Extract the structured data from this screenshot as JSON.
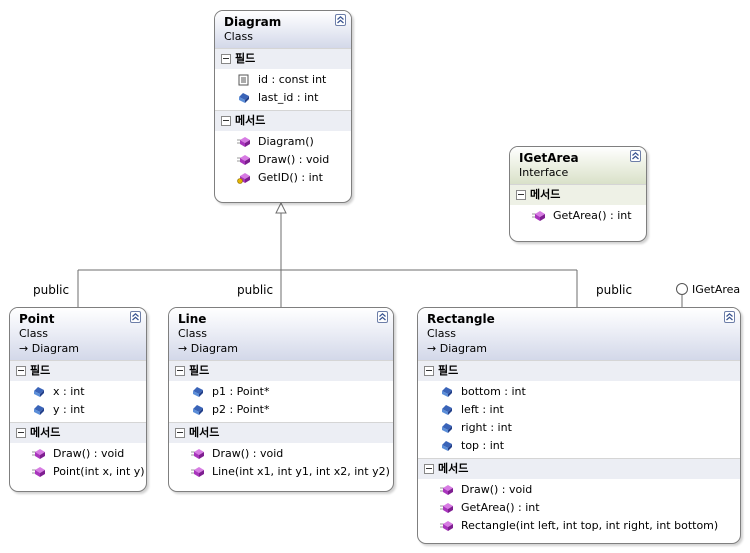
{
  "diagram": {
    "inheritance_labels": [
      "public",
      "public",
      "public"
    ],
    "interface_lollipop_label": "IGetArea",
    "section_labels": {
      "fields": "필드",
      "methods": "메서드"
    },
    "boxes": {
      "diagram": {
        "name": "Diagram",
        "kind": "Class",
        "fields": [
          "id : const int",
          "last_id : int"
        ],
        "methods": [
          "Diagram()",
          "Draw() : void",
          "GetID() : int"
        ]
      },
      "igetarea": {
        "name": "IGetArea",
        "kind": "Interface",
        "methods": [
          "GetArea() : int"
        ]
      },
      "point": {
        "name": "Point",
        "kind": "Class",
        "base": "Diagram",
        "fields": [
          "x : int",
          "y : int"
        ],
        "methods": [
          "Draw() : void",
          "Point(int x, int y)"
        ]
      },
      "line": {
        "name": "Line",
        "kind": "Class",
        "base": "Diagram",
        "fields": [
          "p1 : Point*",
          "p2 : Point*"
        ],
        "methods": [
          "Draw() : void",
          "Line(int x1, int y1, int x2, int y2)"
        ]
      },
      "rectangle": {
        "name": "Rectangle",
        "kind": "Class",
        "base": "Diagram",
        "fields": [
          "bottom : int",
          "left : int",
          "right : int",
          "top : int"
        ],
        "methods": [
          "Draw() : void",
          "GetArea() : int",
          "Rectangle(int left, int top, int right, int bottom)"
        ]
      }
    }
  },
  "icons": {
    "const_field": "const-field-icon",
    "field": "field-icon",
    "method": "method-icon",
    "protected_method": "protected-method-icon",
    "collapse": "double-chevron-up-icon",
    "section_toggle": "minus-toggle-icon",
    "base_arrow": "inherits-arrow-icon"
  },
  "colors": {
    "class_header": "#d3d8e9",
    "interface_header": "#d9e1c9",
    "method_icon": "#c04bd0",
    "field_icon": "#3a64b8",
    "connector": "#6e6e6e"
  }
}
